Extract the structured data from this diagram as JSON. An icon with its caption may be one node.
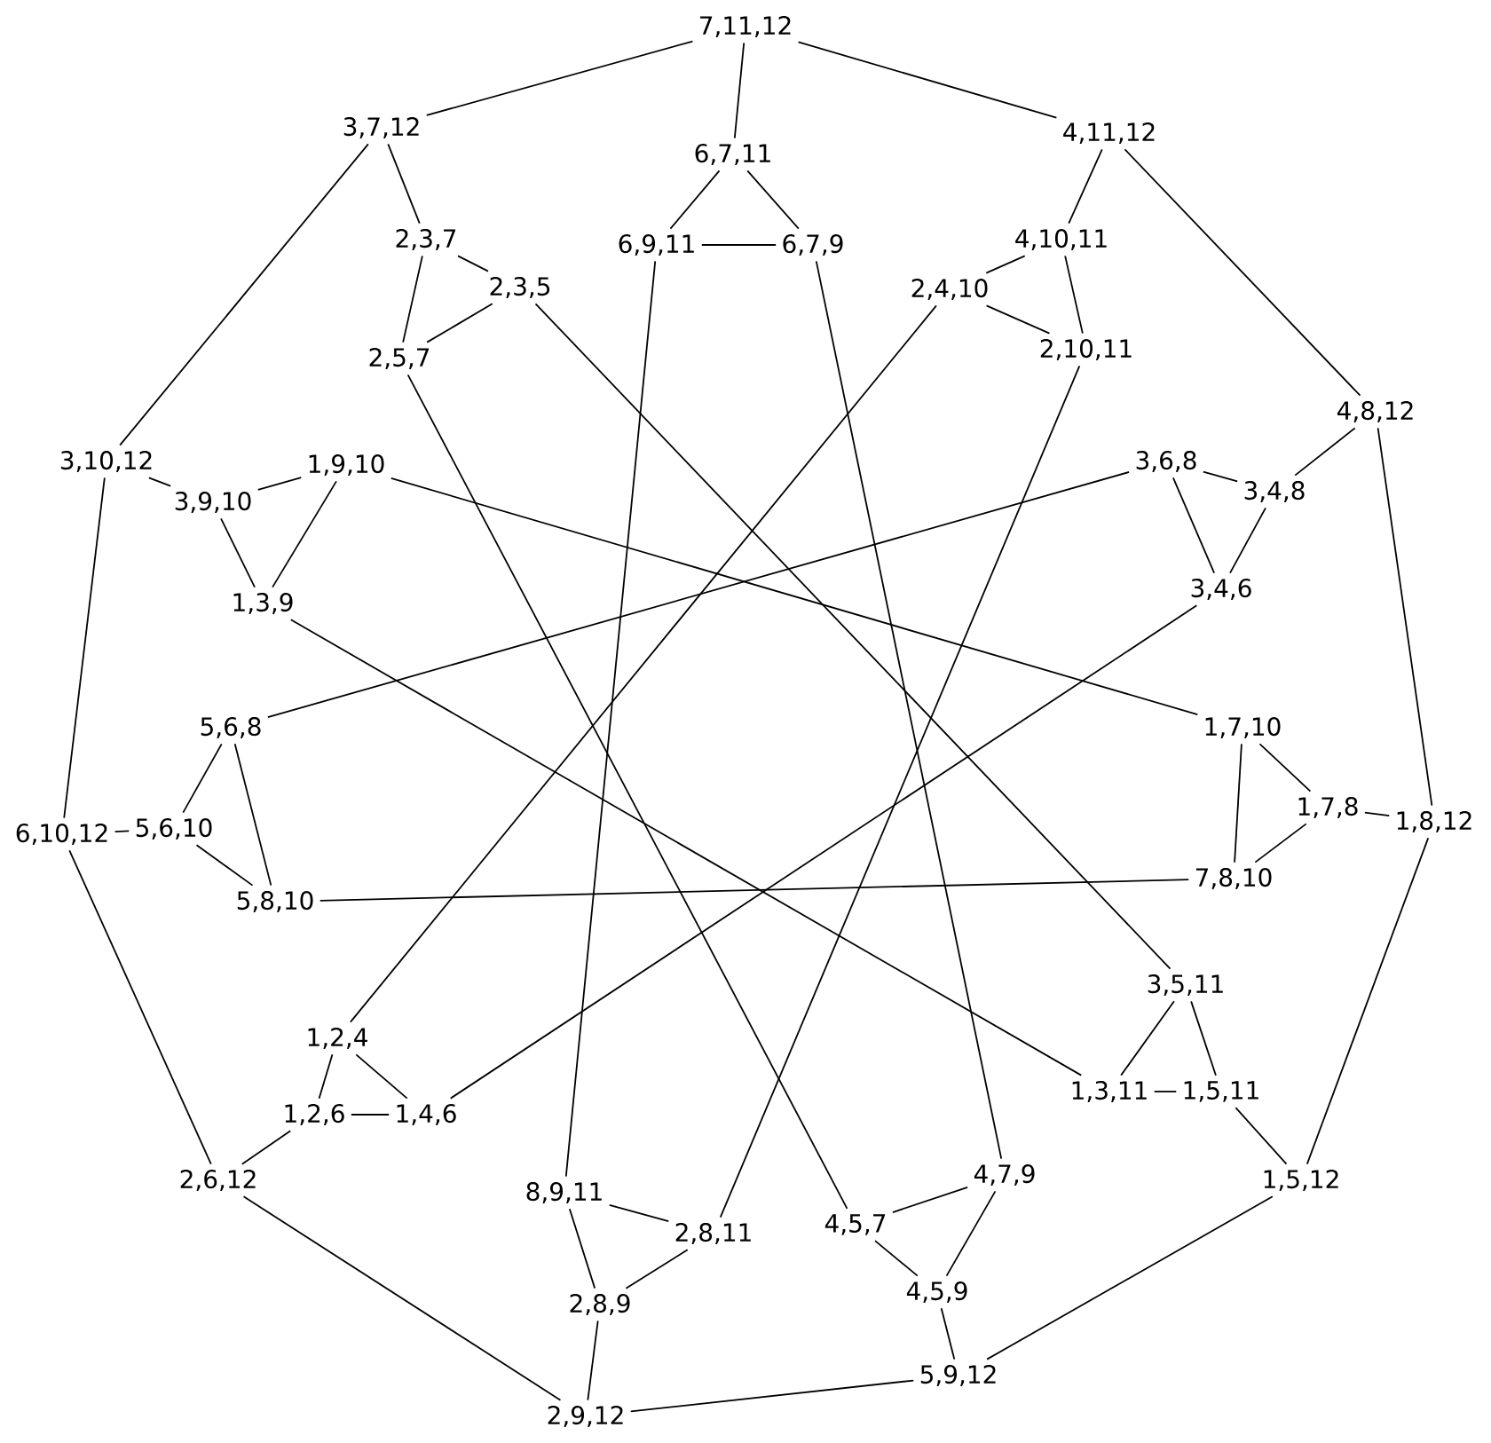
{
  "diagram": {
    "nodes": [
      {
        "text": [
          "7,11,12"
        ]
      },
      {
        "text": [
          "3,7,12"
        ]
      },
      {
        "text": [
          "4,11,12"
        ]
      },
      {
        "text": [
          "6,7,11"
        ]
      },
      {
        "text": [
          "6,9,11"
        ]
      },
      {
        "text": [
          "6,7,9"
        ]
      },
      {
        "text": [
          "2,3,7"
        ]
      },
      {
        "text": [
          "2,3,5"
        ]
      },
      {
        "text": [
          "4,10,11"
        ]
      },
      {
        "text": [
          "2,4,10"
        ]
      },
      {
        "text": [
          "2,5,7"
        ]
      },
      {
        "text": [
          "2,10,11"
        ]
      },
      {
        "text": [
          "4,8,12"
        ]
      },
      {
        "text": [
          "3,10,12"
        ]
      },
      {
        "text": [
          "1,9,10"
        ]
      },
      {
        "text": [
          "3,9,10"
        ]
      },
      {
        "text": [
          "3,6,8"
        ]
      },
      {
        "text": [
          "3,4,8"
        ]
      },
      {
        "text": [
          "1,3,9"
        ]
      },
      {
        "text": [
          "3,4,6"
        ]
      },
      {
        "text": [
          "5,6,8"
        ]
      },
      {
        "text": [
          "1,7,10"
        ]
      },
      {
        "text": [
          "6,10,12"
        ]
      },
      {
        "text": [
          "5,6,10"
        ]
      },
      {
        "text": [
          "1,7,8"
        ]
      },
      {
        "text": [
          "1,8,12"
        ]
      },
      {
        "text": [
          "5,8,10"
        ]
      },
      {
        "text": [
          "7,8,10"
        ]
      },
      {
        "text": [
          "3,5,11"
        ]
      },
      {
        "text": [
          "1,2,4"
        ]
      },
      {
        "text": [
          "1,2,6"
        ]
      },
      {
        "text": [
          "1,4,6"
        ]
      },
      {
        "text": [
          "1,3,11"
        ]
      },
      {
        "text": [
          "1,5,11"
        ]
      },
      {
        "text": [
          "2,6,12"
        ]
      },
      {
        "text": [
          "8,9,11"
        ]
      },
      {
        "text": [
          "4,7,9"
        ]
      },
      {
        "text": [
          "1,5,12"
        ]
      },
      {
        "text": [
          "4,5,7"
        ]
      },
      {
        "text": [
          "2,8,11"
        ]
      },
      {
        "text": [
          "4,5,9"
        ]
      },
      {
        "text": [
          "2,8,9"
        ]
      },
      {
        "text": [
          "5,9,12"
        ]
      },
      {
        "text": [
          "2,9,12"
        ]
      }
    ],
    "edges": [
      {
        "from": 0,
        "to": 2,
        "arrow": "none"
      },
      {
        "from": 2,
        "to": 12,
        "arrow": "none"
      },
      {
        "from": 12,
        "to": 25,
        "arrow": "none"
      },
      {
        "from": 25,
        "to": 37,
        "arrow": "none"
      },
      {
        "from": 37,
        "to": 42,
        "arrow": "none"
      },
      {
        "from": 42,
        "to": 43,
        "arrow": "none"
      },
      {
        "from": 43,
        "to": 34,
        "arrow": "none"
      },
      {
        "from": 34,
        "to": 22,
        "arrow": "none"
      },
      {
        "from": 22,
        "to": 13,
        "arrow": "none"
      },
      {
        "from": 13,
        "to": 1,
        "arrow": "none"
      },
      {
        "from": 1,
        "to": 0,
        "arrow": "none"
      },
      {
        "from": 0,
        "to": 3,
        "arrow": "none"
      },
      {
        "from": 2,
        "to": 8,
        "arrow": "none"
      },
      {
        "from": 12,
        "to": 17,
        "arrow": "none"
      },
      {
        "from": 25,
        "to": 24,
        "arrow": "none"
      },
      {
        "from": 37,
        "to": 33,
        "arrow": "none"
      },
      {
        "from": 42,
        "to": 40,
        "arrow": "none"
      },
      {
        "from": 43,
        "to": 41,
        "arrow": "none"
      },
      {
        "from": 34,
        "to": 30,
        "arrow": "none"
      },
      {
        "from": 22,
        "to": 23,
        "arrow": "none"
      },
      {
        "from": 13,
        "to": 15,
        "arrow": "none"
      },
      {
        "from": 1,
        "to": 6,
        "arrow": "none"
      },
      {
        "from": 3,
        "to": 4,
        "arrow": "none"
      },
      {
        "from": 3,
        "to": 5,
        "arrow": "none"
      },
      {
        "from": 4,
        "to": 5,
        "arrow": "none"
      },
      {
        "from": 6,
        "to": 7,
        "arrow": "none"
      },
      {
        "from": 6,
        "to": 10,
        "arrow": "none"
      },
      {
        "from": 7,
        "to": 10,
        "arrow": "none"
      },
      {
        "from": 8,
        "to": 9,
        "arrow": "none"
      },
      {
        "from": 8,
        "to": 11,
        "arrow": "none"
      },
      {
        "from": 9,
        "to": 11,
        "arrow": "none"
      },
      {
        "from": 16,
        "to": 17,
        "arrow": "none"
      },
      {
        "from": 16,
        "to": 19,
        "arrow": "none"
      },
      {
        "from": 17,
        "to": 19,
        "arrow": "none"
      },
      {
        "from": 14,
        "to": 15,
        "arrow": "none"
      },
      {
        "from": 14,
        "to": 18,
        "arrow": "none"
      },
      {
        "from": 15,
        "to": 18,
        "arrow": "none"
      },
      {
        "from": 21,
        "to": 24,
        "arrow": "none"
      },
      {
        "from": 21,
        "to": 27,
        "arrow": "none"
      },
      {
        "from": 24,
        "to": 27,
        "arrow": "none"
      },
      {
        "from": 20,
        "to": 23,
        "arrow": "none"
      },
      {
        "from": 20,
        "to": 26,
        "arrow": "none"
      },
      {
        "from": 23,
        "to": 26,
        "arrow": "none"
      },
      {
        "from": 28,
        "to": 32,
        "arrow": "none"
      },
      {
        "from": 28,
        "to": 33,
        "arrow": "none"
      },
      {
        "from": 32,
        "to": 33,
        "arrow": "none"
      },
      {
        "from": 29,
        "to": 30,
        "arrow": "none"
      },
      {
        "from": 29,
        "to": 31,
        "arrow": "none"
      },
      {
        "from": 30,
        "to": 31,
        "arrow": "none"
      },
      {
        "from": 35,
        "to": 39,
        "arrow": "none"
      },
      {
        "from": 35,
        "to": 41,
        "arrow": "none"
      },
      {
        "from": 39,
        "to": 41,
        "arrow": "none"
      },
      {
        "from": 38,
        "to": 36,
        "arrow": "none"
      },
      {
        "from": 38,
        "to": 40,
        "arrow": "none"
      },
      {
        "from": 36,
        "to": 40,
        "arrow": "none"
      },
      {
        "from": 4,
        "to": 35,
        "arrow": "none"
      },
      {
        "from": 5,
        "to": 36,
        "arrow": "none"
      },
      {
        "from": 7,
        "to": 28,
        "arrow": "none"
      },
      {
        "from": 10,
        "to": 38,
        "arrow": "none"
      },
      {
        "from": 9,
        "to": 29,
        "arrow": "none"
      },
      {
        "from": 11,
        "to": 39,
        "arrow": "none"
      },
      {
        "from": 16,
        "to": 20,
        "arrow": "none"
      },
      {
        "from": 19,
        "to": 31,
        "arrow": "none"
      },
      {
        "from": 14,
        "to": 21,
        "arrow": "none"
      },
      {
        "from": 18,
        "to": 32,
        "arrow": "none"
      },
      {
        "from": 26,
        "to": 27,
        "arrow": "none"
      }
    ]
  }
}
